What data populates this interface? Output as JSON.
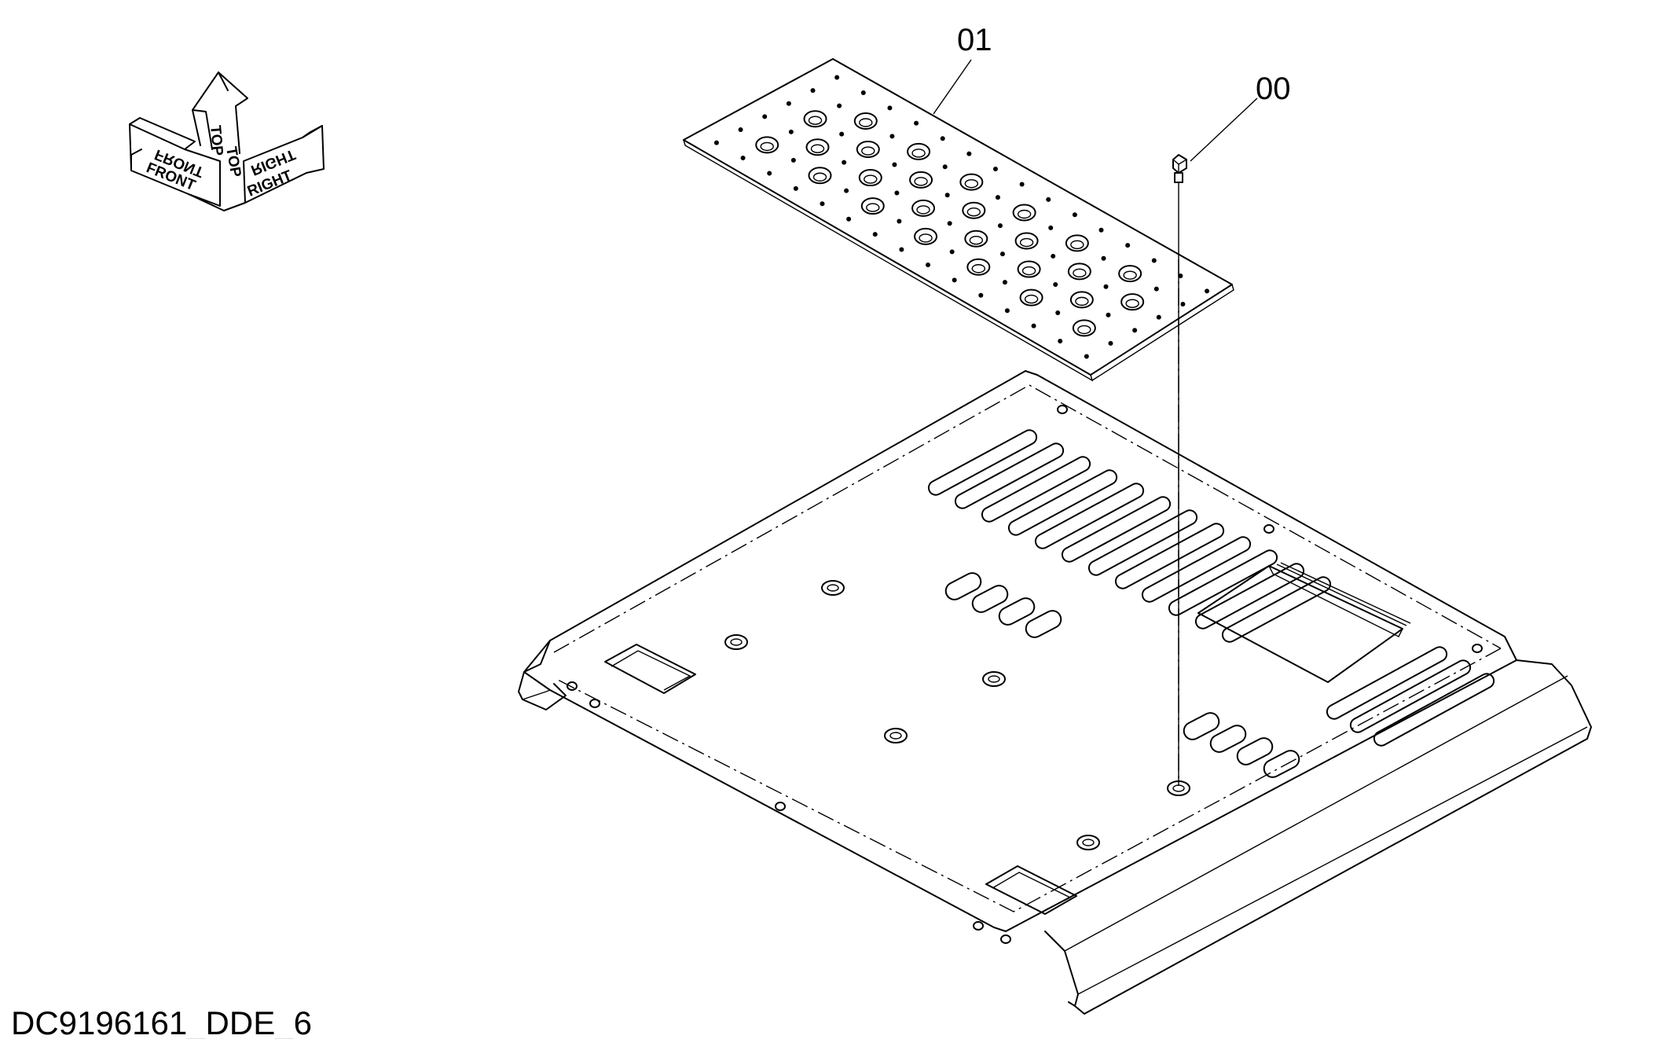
{
  "diagram": {
    "drawing_id": "DC9196161_DDE_6",
    "parts": [
      {
        "label": "01",
        "description_icon": "perforated-plate"
      },
      {
        "label": "00",
        "description_icon": "bolt"
      }
    ],
    "orientation": {
      "front": "FRONT",
      "top": "TOP",
      "right": "RIGHT"
    }
  }
}
